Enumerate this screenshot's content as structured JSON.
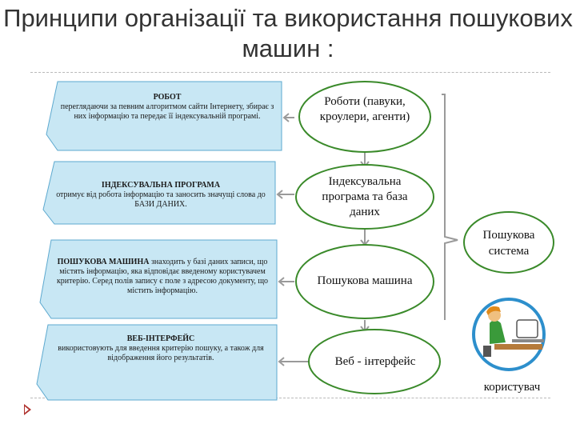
{
  "title": "Принципи організації та використання пошукових машин :",
  "panels": [
    {
      "heading": "РОБОТ",
      "text": "переглядаючи за певним алгоритмом сайти Інтернету, збирає з них інформацію та передає її індексувальній програмі."
    },
    {
      "heading": "ІНДЕКСУВАЛЬНА ПРОГРАМА",
      "text": "отримує від робота інформацію та заносить значущі слова до БАЗИ ДАНИХ."
    },
    {
      "heading": "ПОШУКОВА МАШИНА",
      "text": "знаходить у базі даних записи, що містять інформацію, яка відповідає введеному користувачем критерію. Серед полів запису є поле з адресою документу, що містить інформацію."
    },
    {
      "heading": "ВЕБ-ІНТЕРФЕЙС",
      "text": "використовують для введення критерію пошуку, а також для відображення його результатів."
    }
  ],
  "circles": [
    {
      "label": "Роботи (павуки, кроулери, агенти)"
    },
    {
      "label": "Індексувальна програма та база даних"
    },
    {
      "label": "Пошукова машина"
    },
    {
      "label": "Веб - інтерфейс"
    }
  ],
  "system_label": "Пошукова система",
  "user_label": "користувач",
  "colors": {
    "panel_fill": "#c8e7f4",
    "panel_border": "#5da9cf",
    "circle_border": "#3a8a2a",
    "title": "#333333"
  }
}
